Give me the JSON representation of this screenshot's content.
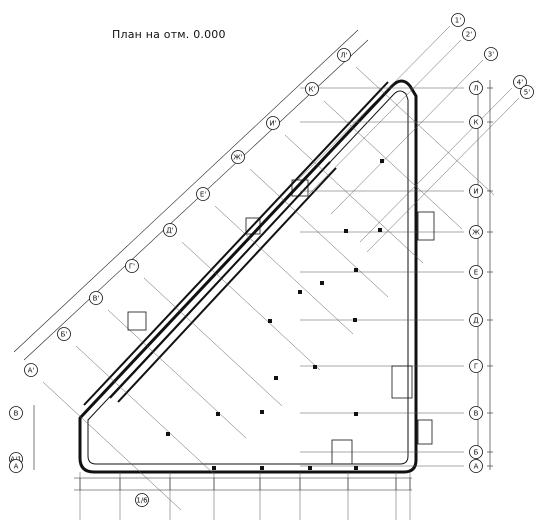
{
  "title": "План на отм. 0.000",
  "axes_right": [
    {
      "label": "Л"
    },
    {
      "label": "К"
    },
    {
      "label": "И"
    },
    {
      "label": "Ж"
    },
    {
      "label": "Е"
    },
    {
      "label": "Д"
    },
    {
      "label": "Г"
    },
    {
      "label": "В"
    },
    {
      "label": "Б"
    },
    {
      "label": "А"
    }
  ],
  "axes_left": [
    {
      "label": "В"
    },
    {
      "label": "А/1"
    },
    {
      "label": "А"
    }
  ],
  "axes_diagonal": [
    {
      "label": "Л'"
    },
    {
      "label": "К'"
    },
    {
      "label": "И'"
    },
    {
      "label": "Ж'"
    },
    {
      "label": "Е'"
    },
    {
      "label": "Д'"
    },
    {
      "label": "Г'"
    },
    {
      "label": "В'"
    },
    {
      "label": "Б'"
    },
    {
      "label": "А'"
    }
  ],
  "axes_top": [
    {
      "label": "1'"
    },
    {
      "label": "2'"
    },
    {
      "label": "3'"
    },
    {
      "label": "4'"
    },
    {
      "label": "5'"
    }
  ],
  "bottom_marker": {
    "label": "1/6"
  },
  "colors": {
    "line": "#111111",
    "grid": "#555555",
    "background": "#ffffff"
  }
}
